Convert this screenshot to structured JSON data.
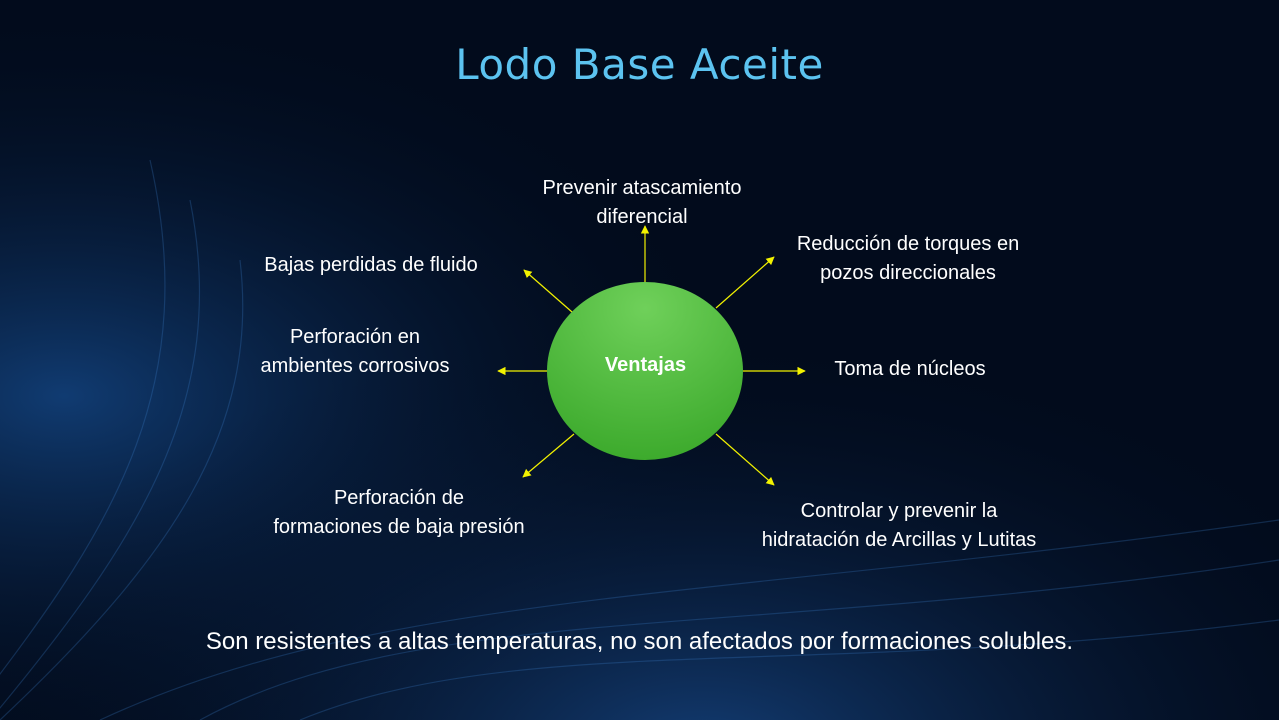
{
  "slide": {
    "title": "Lodo Base Aceite",
    "center": "Ventajas",
    "items": [
      {
        "line1": "Prevenir atascamiento",
        "line2": "diferencial"
      },
      {
        "line1": "Reducción de torques en",
        "line2": "pozos direccionales"
      },
      {
        "line1": "Toma de núcleos"
      },
      {
        "line1": "Controlar y  prevenir la",
        "line2": "hidratación  de Arcillas  y Lutitas"
      },
      {
        "line1": "Perforación de",
        "line2": "formaciones de baja presión"
      },
      {
        "line1": "Perforación en",
        "line2": "ambientes corrosivos"
      },
      {
        "line1": "Bajas perdidas de fluido"
      }
    ],
    "footer": "Son resistentes a  altas temperaturas, no son afectados por formaciones  solubles.",
    "colors": {
      "title": "#5cc3f0",
      "node_fill": "#4cb83a",
      "arrow": "#f2f200",
      "background": "#020b1c"
    }
  }
}
